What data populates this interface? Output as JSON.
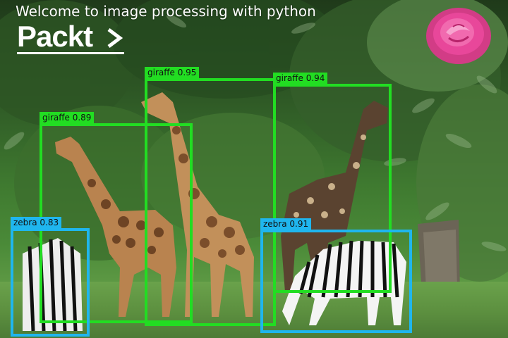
{
  "caption": "Welcome to image processing with python",
  "logo": {
    "text": "Packt>"
  },
  "colors": {
    "giraffe_box": "#22dd22",
    "zebra_box": "#1fb6ee",
    "foliage_dark": "#1f3a1a",
    "grass": "#6aa24b",
    "rose": "#e8479a"
  },
  "detections": [
    {
      "label": "giraffe 0.95",
      "class": "giraffe"
    },
    {
      "label": "giraffe 0.94",
      "class": "giraffe"
    },
    {
      "label": "giraffe 0.89",
      "class": "giraffe"
    },
    {
      "label": "zebra 0.83",
      "class": "zebra"
    },
    {
      "label": "zebra 0.91",
      "class": "zebra"
    }
  ],
  "icons": [
    "packt-logo",
    "rose-icon"
  ]
}
